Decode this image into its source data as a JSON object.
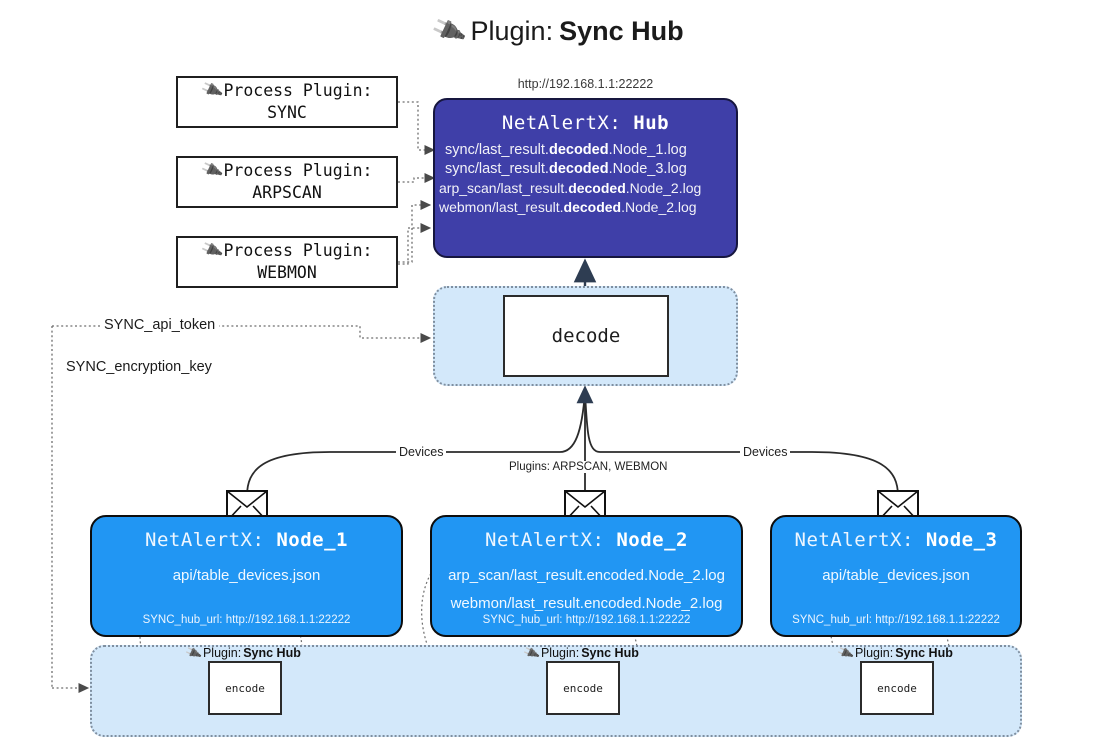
{
  "page": {
    "title_icon": "plug-icon",
    "title_prefix": "Plugin:",
    "title_name": "Sync Hub"
  },
  "hub": {
    "url_label": "http://192.168.1.1:22222",
    "title_prefix": "NetAlertX:",
    "title_name": "Hub",
    "log_lines": [
      {
        "pre": "sync/last_result.",
        "bold": "decoded",
        "post": ".Node_1.log"
      },
      {
        "pre": "sync/last_result.",
        "bold": "decoded",
        "post": ".Node_3.log"
      },
      {
        "pre": "arp_scan/last_result.",
        "bold": "decoded",
        "post": ".Node_2.log"
      },
      {
        "pre": "webmon/last_result.",
        "bold": "decoded",
        "post": ".Node_2.log"
      }
    ]
  },
  "process_plugins": [
    {
      "icon": "plug-icon",
      "label": "Process Plugin:",
      "name": "SYNC"
    },
    {
      "icon": "plug-icon",
      "label": "Process Plugin:",
      "name": "ARPSCAN"
    },
    {
      "icon": "plug-icon",
      "label": "Process Plugin:",
      "name": "WEBMON"
    }
  ],
  "settings": {
    "api_token": "SYNC_api_token",
    "encryption_key": "SYNC_encryption_key"
  },
  "decode": {
    "label": "decode"
  },
  "edge_labels": {
    "devices_left": "Devices",
    "devices_right": "Devices",
    "plugins_center": "Plugins: ARPSCAN, WEBMON"
  },
  "nodes": [
    {
      "title_prefix": "NetAlertX:",
      "title_name": "Node_1",
      "lines": [
        "api/table_devices.json"
      ],
      "hub_url": "SYNC_hub_url: http://192.168.1.1:22222",
      "envelope_icon": "envelope-icon"
    },
    {
      "title_prefix": "NetAlertX:",
      "title_name": "Node_2",
      "lines": [
        "arp_scan/last_result.encoded.Node_2.log",
        "webmon/last_result.encoded.Node_2.log"
      ],
      "hub_url": "SYNC_hub_url: http://192.168.1.1:22222",
      "envelope_icon": "envelope-icon"
    },
    {
      "title_prefix": "NetAlertX:",
      "title_name": "Node_3",
      "lines": [
        "api/table_devices.json"
      ],
      "hub_url": "SYNC_hub_url: http://192.168.1.1:22222",
      "envelope_icon": "envelope-icon"
    }
  ],
  "encoders": [
    {
      "plugin_prefix": "Plugin:",
      "plugin_name": "Sync Hub",
      "label": "encode",
      "icon": "plug-icon"
    },
    {
      "plugin_prefix": "Plugin:",
      "plugin_name": "Sync Hub",
      "label": "encode",
      "icon": "plug-icon"
    },
    {
      "plugin_prefix": "Plugin:",
      "plugin_name": "Sync Hub",
      "label": "encode",
      "icon": "plug-icon"
    }
  ],
  "colors": {
    "hub_fill": "#3f3fa8",
    "node_fill": "#2196f3",
    "container_fill": "#d3e8fa",
    "edge": "#2b2b2b"
  }
}
